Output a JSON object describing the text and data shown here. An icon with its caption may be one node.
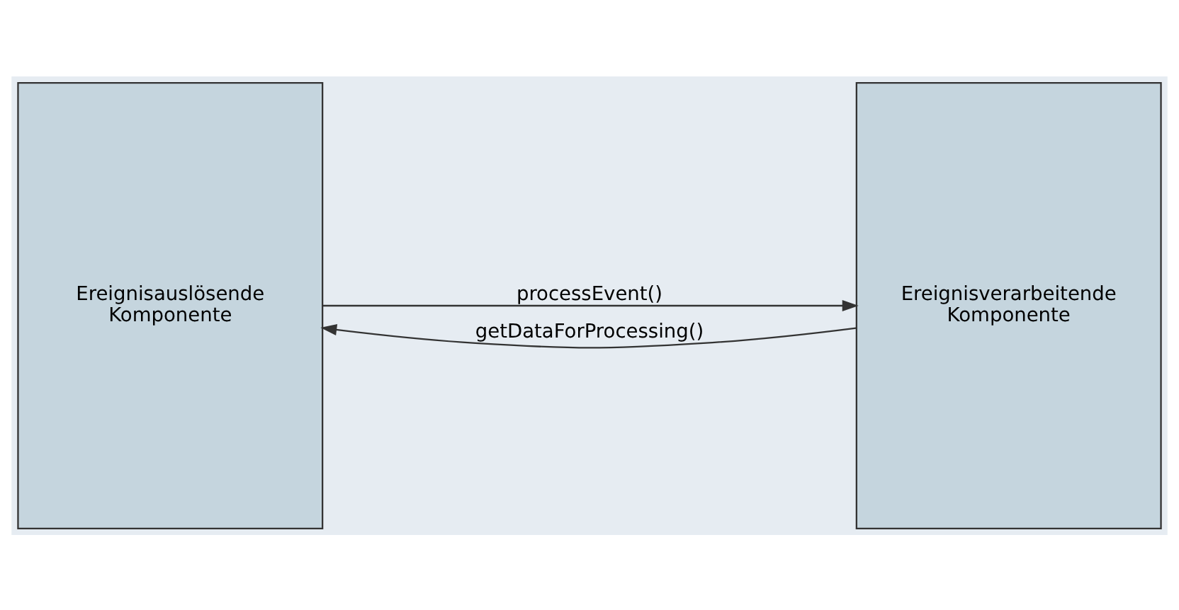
{
  "diagram": {
    "nodes": [
      {
        "text": [
          "Ereignisauslösende Komponente"
        ]
      },
      {
        "text": [
          "Ereignisverarbeitende Komponente"
        ]
      }
    ],
    "edges": [
      {
        "from": 0,
        "to": 1,
        "arrow": "to",
        "label": "processEvent()"
      },
      {
        "from": 1,
        "to": 0,
        "arrow": "to",
        "label": "getDataForProcessing()"
      }
    ]
  }
}
